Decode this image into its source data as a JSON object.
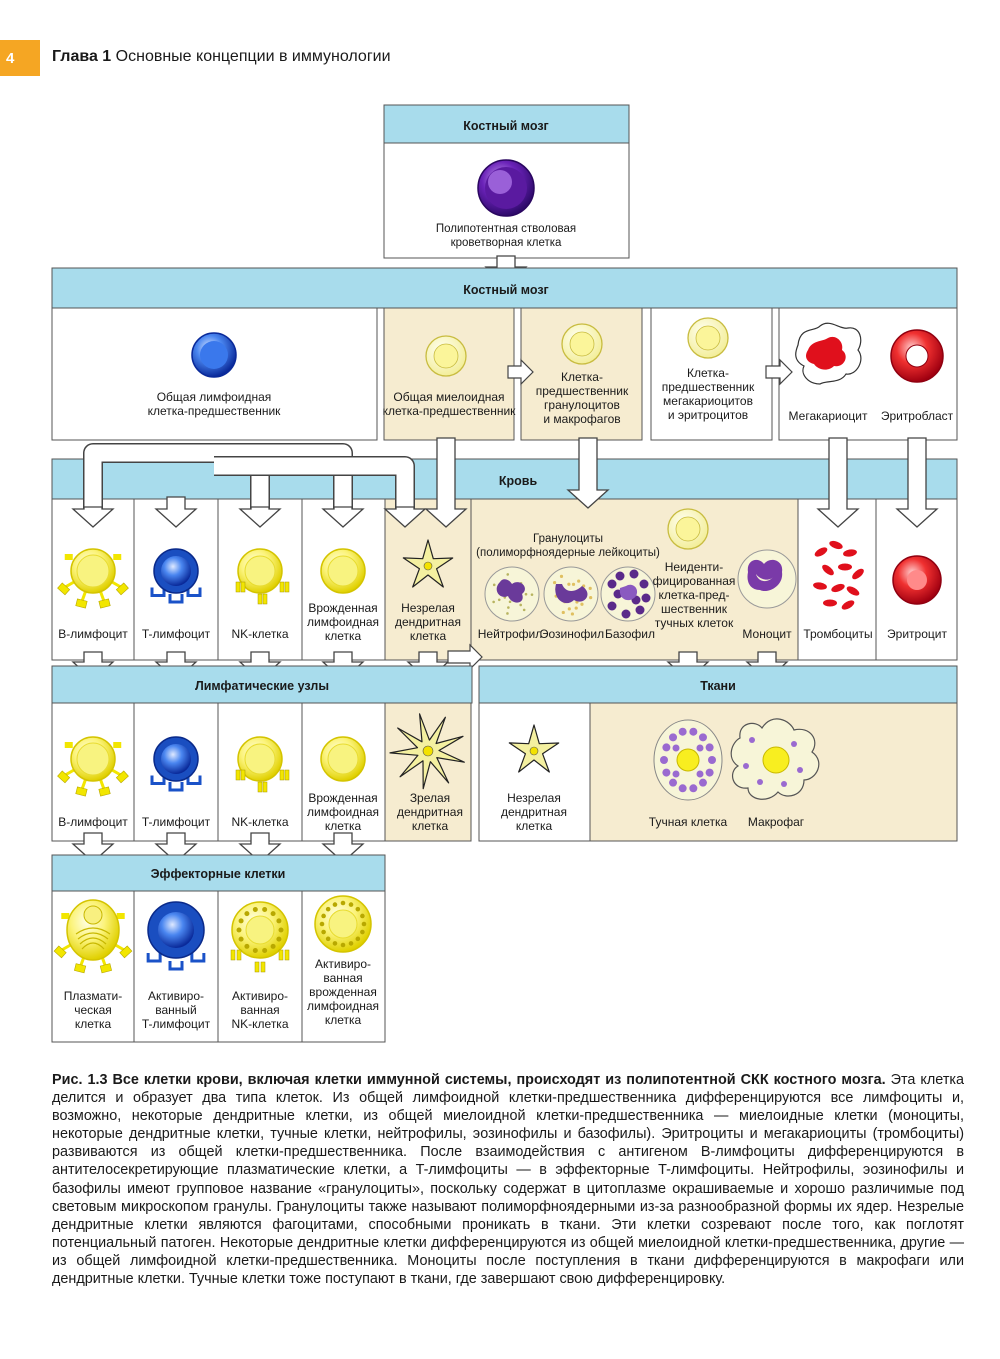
{
  "header": {
    "page_number": "4",
    "chapter": "Глава 1",
    "title": "Основные концепции в иммунологии"
  },
  "sections": {
    "bone_marrow_top": "Костный мозг",
    "bone_marrow": "Костный мозг",
    "blood": "Кровь",
    "lymph_nodes": "Лимфатические узлы",
    "tissues": "Ткани",
    "effector": "Эффекторные клетки"
  },
  "cells": {
    "stem": [
      "Полипотентная стволовая",
      "кроветворная клетка"
    ],
    "lymphoid_progenitor": [
      "Общая лимфоидная",
      "клетка-предшественник"
    ],
    "myeloid_progenitor": [
      "Общая миелоидная",
      "клетка-предшественник"
    ],
    "gran_mac_progenitor": [
      "Клетка-",
      "предшественник",
      "гранулоцитов",
      "и макрофагов"
    ],
    "mk_ery_progenitor": [
      "Клетка-",
      "предшественник",
      "мегакариоцитов",
      "и эритроцитов"
    ],
    "megakaryocyte": "Мегакариоцит",
    "erythroblast": "Эритробласт",
    "blood_b": "B-лимфоцит",
    "blood_t": "T-лимфоцит",
    "blood_nk": "NK-клетка",
    "blood_ilc": [
      "Врожденная",
      "лимфоидная",
      "клетка"
    ],
    "blood_imm_dc": [
      "Незрелая",
      "дендритная",
      "клетка"
    ],
    "granulocytes_title": [
      "Гранулоциты",
      "(полиморфноядерные лейкоциты)"
    ],
    "neutrophil": "Нейтрофил",
    "eosinophil": "Эозинофил",
    "basophil": "Базофил",
    "mast_precursor": [
      "Неиденти-",
      "фицированная",
      "клетка-пред-",
      "шественник",
      "тучных клеток"
    ],
    "monocyte": "Моноцит",
    "platelets": "Тромбоциты",
    "erythrocyte": "Эритроцит",
    "ln_b": "B-лимфоцит",
    "ln_t": "T-лимфоцит",
    "ln_nk": "NK-клетка",
    "ln_ilc": [
      "Врожденная",
      "лимфоидная",
      "клетка"
    ],
    "ln_mature_dc": [
      "Зрелая",
      "дендритная",
      "клетка"
    ],
    "tissue_imm_dc": [
      "Незрелая",
      "дендритная",
      "клетка"
    ],
    "mast_cell": "Тучная клетка",
    "macrophage": "Макрофаг",
    "plasma_cell": [
      "Плазмати-",
      "ческая",
      "клетка"
    ],
    "activated_t": [
      "Активиро-",
      "ванный",
      "T-лимфоцит"
    ],
    "activated_nk": [
      "Активиро-",
      "ванная",
      "NK-клетка"
    ],
    "activated_ilc": [
      "Активиро-",
      "ванная",
      "врожденная",
      "лимфоидная",
      "клетка"
    ]
  },
  "caption": {
    "label": "Рис. 1.3",
    "title": "Все клетки крови, включая клетки иммунной системы, происходят из полипотентной СКК костного мозга.",
    "body": "Эта клетка делится и образует два типа клеток. Из общей лимфоидной клетки-предшественника дифференцируются все лимфоциты и, возможно, некоторые дендритные клетки, из общей миелоидной клетки-предшественника — миелоидные клетки (моноциты, некоторые дендритные клетки, тучные клетки, нейтрофилы, эозинофилы и базофилы). Эритроциты и мегакариоциты (тромбоциты) развиваются из общей клетки-предшественника. После взаимодействия с антигеном B-лимфоциты дифференцируются в антителосекретирующие плазматические клетки, а T-лимфоциты — в эффекторные T-лимфоциты. Нейтрофилы, эозинофилы и базофилы имеют групповое название «гранулоциты», поскольку содержат в цитоплазме окрашиваемые и хорошо различимые под световым микроскопом гранулы. Гранулоциты также называют полиморфноядерными из-за разнообразной формы их ядер. Незрелые дендритные клетки являются фагоцитами, способными проникать в ткани. Эти клетки созревают после того, как поглотят потенциальный патоген. Некоторые дендритные клетки дифференцируются из общей миелоидной клетки-предшественника, другие — из общей лимфоидной клетки-предшественника. Моноциты после поступления в ткани дифференцируются в макрофаги или дендритные клетки. Тучные клетки тоже поступают в ткани, где завершают свою дифференцировку."
  },
  "colors": {
    "band": "#a8dcec",
    "myeloid_bg": "#f6ecd0",
    "b_yellow": "#f2e600",
    "t_blue": "#1a52c8",
    "stem_purple": "#5a1aa0",
    "red": "#e0101c",
    "dc_yellow": "#f4f0a0",
    "accent_orange": "#f5a623"
  }
}
